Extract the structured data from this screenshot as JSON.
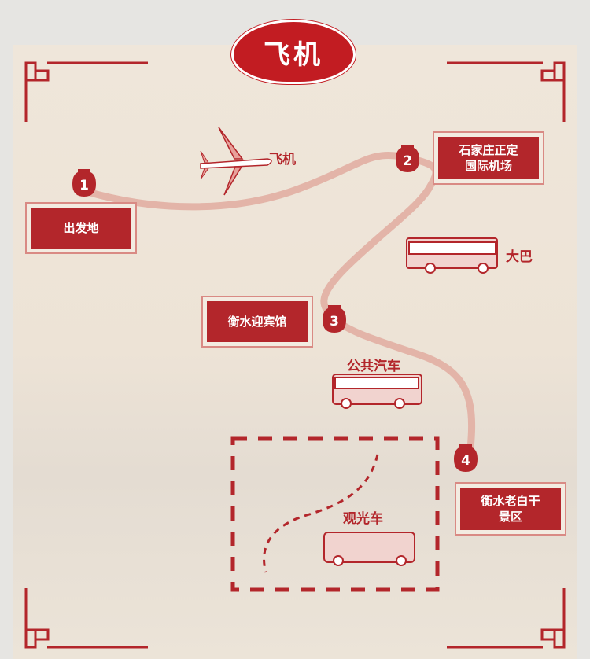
{
  "title": "飞机",
  "stops": [
    {
      "number": "1",
      "lines": [
        "出发地"
      ]
    },
    {
      "number": "2",
      "lines": [
        "石家庄正定",
        "国际机场"
      ]
    },
    {
      "number": "3",
      "lines": [
        "衡水迎宾馆"
      ]
    },
    {
      "number": "4",
      "lines": [
        "衡水老白干",
        "景区"
      ]
    }
  ],
  "transport": {
    "plane": "飞机",
    "coach": "大巴",
    "bus": "公共汽车",
    "sightseeing": "观光车"
  },
  "colors": {
    "accent": "#b3262b",
    "route": "#e3b4a8",
    "paper": "#efe6da"
  }
}
